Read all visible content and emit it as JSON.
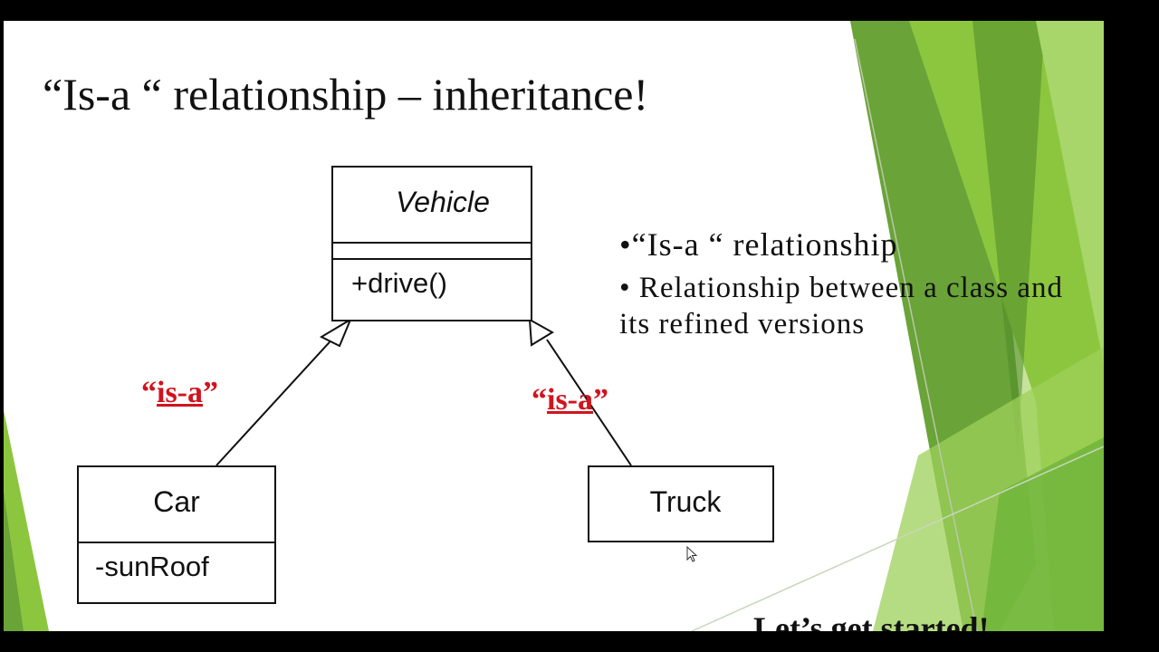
{
  "slide": {
    "title": "“Is-a “ relationship – inheritance!",
    "footer": "Let’s get started!"
  },
  "diagram": {
    "vehicle": {
      "name": "Vehicle",
      "operation": "+drive()"
    },
    "car": {
      "name": "Car",
      "attribute": "-sunRoof"
    },
    "truck": {
      "name": "Truck"
    },
    "edges": [
      {
        "from": "Car",
        "to": "Vehicle",
        "label_open": "“",
        "label": "is-a",
        "label_close": "”"
      },
      {
        "from": "Truck",
        "to": "Vehicle",
        "label_open": "“",
        "label": "is-a",
        "label_close": "”"
      }
    ]
  },
  "bullets": {
    "main": "•“Is-a “ relationship",
    "sub": "•   Relationship between a class and its refined versions"
  },
  "colors": {
    "accent_green": "#8cc63f",
    "label_red": "#d0141e"
  }
}
